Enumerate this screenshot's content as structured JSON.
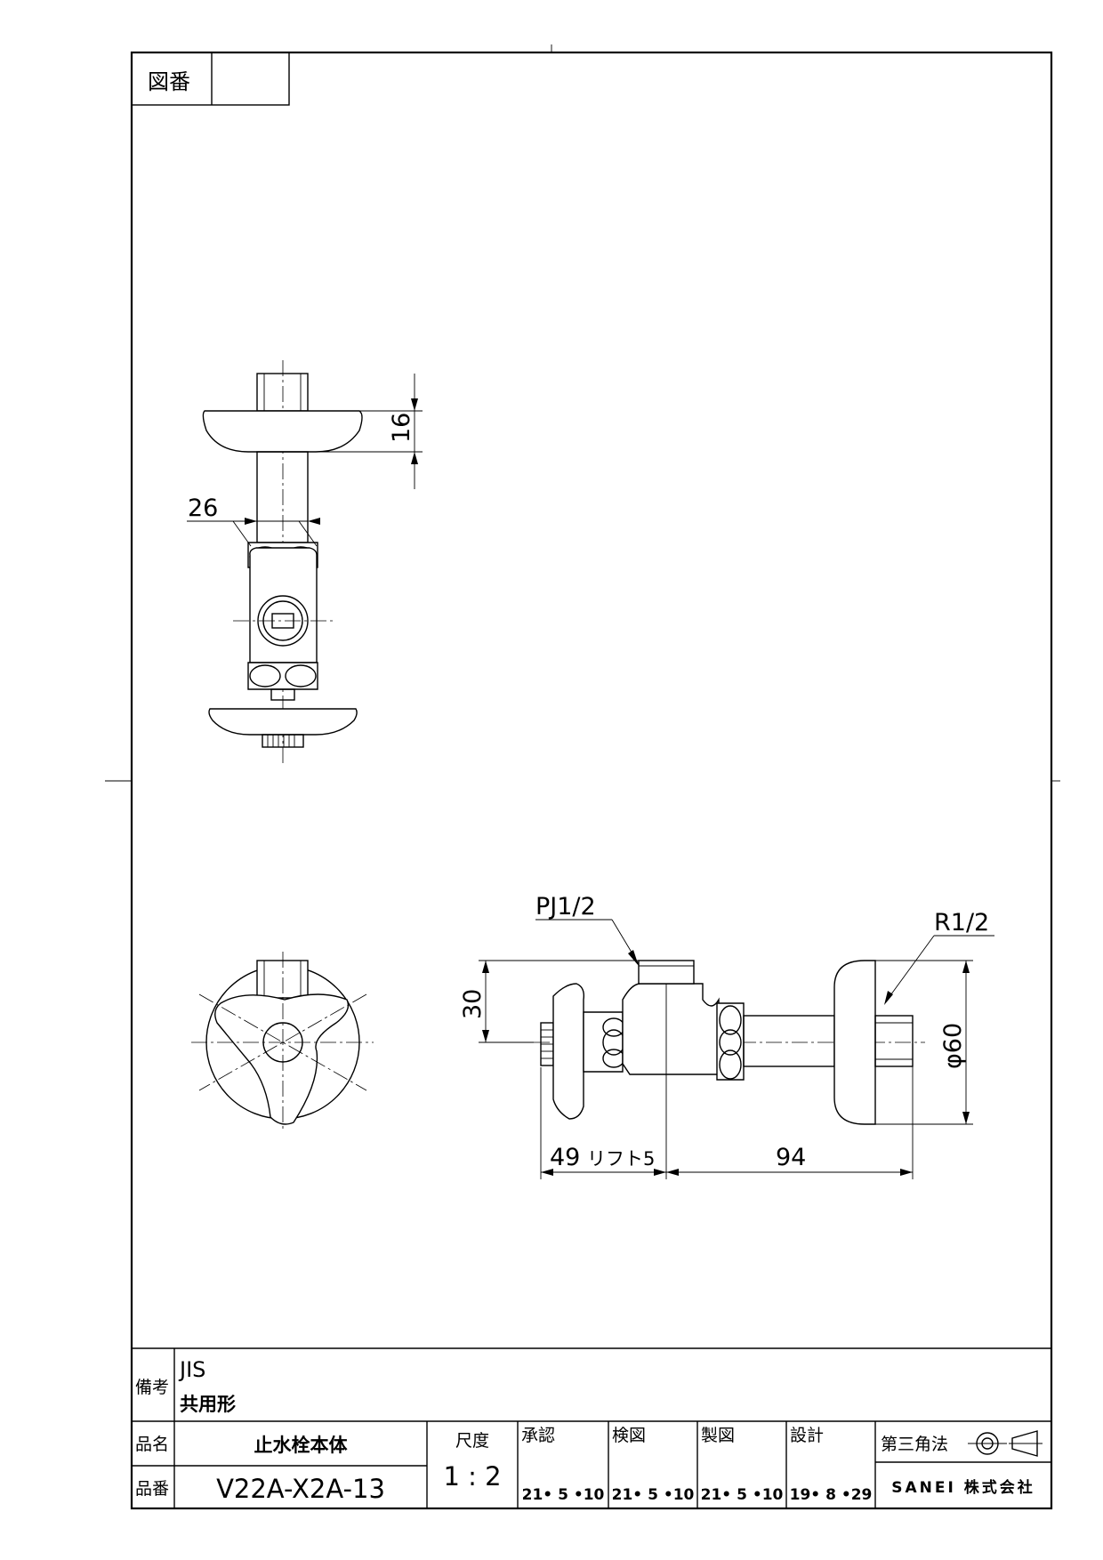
{
  "header": {
    "drawing_no_label": "図番",
    "drawing_no_value": ""
  },
  "dimensions": {
    "side_height": "16",
    "side_width": "26",
    "top_thread": "PJ1/2",
    "right_thread": "R1/2",
    "port_height": "30",
    "flange_dia": "φ60",
    "left_length": "49",
    "lift": "リフト5",
    "right_length": "94"
  },
  "title_block": {
    "remarks_label": "備考",
    "remarks_line1": "JIS",
    "remarks_line2": "共用形",
    "name_label": "品名",
    "name_value": "止水栓本体",
    "part_label": "品番",
    "part_value": "V22A-X2A-13",
    "scale_label": "尺度",
    "scale_value": "1 : 2",
    "approval_label": "承認",
    "approval_date": "21• 5 •10",
    "check_label": "検図",
    "check_date": "21• 5 •10",
    "draft_label": "製図",
    "draft_date": "21• 5 •10",
    "design_label": "設計",
    "design_date": "19• 8 •29",
    "projection_label": "第三角法",
    "company": "SANEI 株式会社"
  }
}
